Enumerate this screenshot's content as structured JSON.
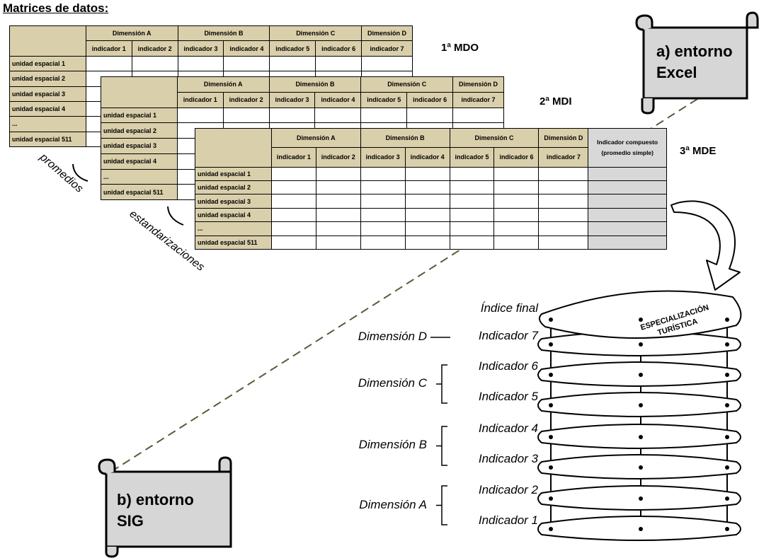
{
  "title": "Matrices de datos:",
  "matrices": [
    {
      "label": "1ª MDO",
      "dimensions": [
        "Dimensión A",
        "Dimensión B",
        "Dimensión C",
        "Dimensión D"
      ]
    },
    {
      "label": "2ª MDI",
      "dimensions": [
        "Dimensión A",
        "Dimensión B",
        "Dimensión C",
        "Dimensión D"
      ]
    },
    {
      "label": "3ª MDE",
      "dimensions": [
        "Dimensión A",
        "Dimensión B",
        "Dimensión C",
        "Dimensión D"
      ],
      "composite_header": "Indicador compuesto (promedio simple)"
    }
  ],
  "indicators": [
    "indicador 1",
    "indicador 2",
    "indicador 3",
    "indicador 4",
    "indicador 5",
    "indicador 6",
    "indicador 7"
  ],
  "rows": [
    "unidad espacial 1",
    "unidad espacial 2",
    "unidad espacial 3",
    "unidad espacial 4",
    "...",
    "unidad espacial 511"
  ],
  "process_labels": {
    "promedios": "promedios",
    "estandarizaciones": "estandarizaciones"
  },
  "scroll_excel": {
    "line1": "a) entorno",
    "line2": "Excel"
  },
  "scroll_sig": {
    "line1": "b) entorno",
    "line2": "SIG"
  },
  "stack": {
    "top_label": "ESPECIALIZACIÓN TURÍSTICA",
    "layers": [
      "Índice final",
      "Indicador 7",
      "Indicador 6",
      "Indicador 5",
      "Indicador 4",
      "Indicador 3",
      "Indicador 2",
      "Indicador 1"
    ],
    "dimension_labels": [
      "Dimensión D",
      "Dimensión C",
      "Dimensión B",
      "Dimensión A"
    ]
  }
}
